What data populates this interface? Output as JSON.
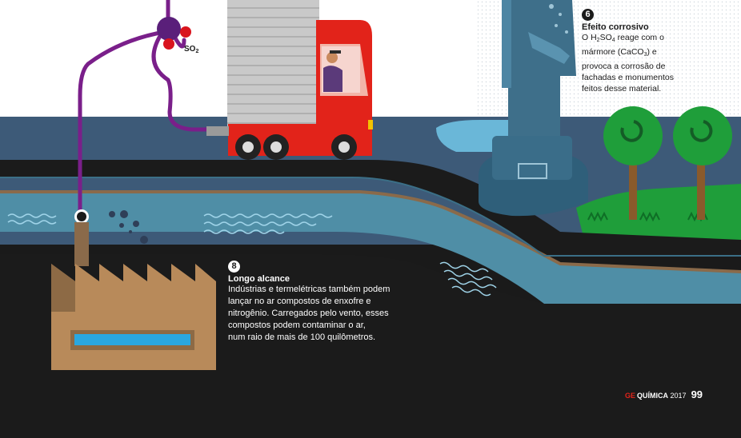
{
  "so2_label": {
    "main": "SO",
    "sub": "2"
  },
  "step6": {
    "number": "6",
    "title": "Efeito corrosivo",
    "line1_a": "O H",
    "line1_sub1": "2",
    "line1_b": "SO",
    "line1_sub2": "4",
    "line1_c": " reage com o",
    "line2_a": "mármore (CaCO",
    "line2_sub": "3",
    "line2_b": ") e",
    "line3": "provoca a corrosão de",
    "line4": "fachadas e monumentos",
    "line5": "feitos desse material."
  },
  "step8": {
    "number": "8",
    "title": "Longo alcance",
    "lines": [
      "Indústrias e termelétricas também podem",
      "lançar no ar compostos de enxofre e",
      "nitrogênio. Carregados pelo vento, esses",
      "compostos podem contaminar o ar,",
      "num raio de mais de 100 quilômetros."
    ]
  },
  "footer": {
    "brand": "GE",
    "section": "QUÍMICA",
    "year": "2017",
    "page": "99"
  },
  "colors": {
    "sky_dots": "#ffffff",
    "water": "#4f8ea6",
    "road": "#1b1b1b",
    "shore": "#8a6a4a",
    "truck_red": "#e2231a",
    "grass": "#1f9e3a",
    "factory": "#b88a5a",
    "pipe": "#7a1f8a",
    "statue": "#3e6f8a"
  }
}
